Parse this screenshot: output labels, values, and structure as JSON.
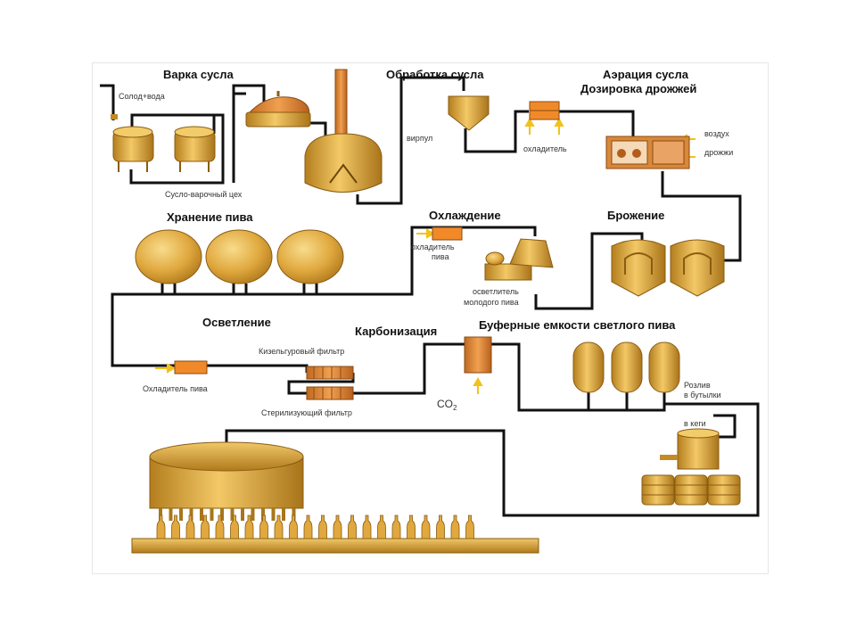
{
  "headings": {
    "wort_brewing": "Варка сусла",
    "wort_treatment": "Обработка сусла",
    "wort_aeration": "Аэрация сусла",
    "yeast_dosing": "Дозировка дрожжей",
    "beer_storage": "Хранение пива",
    "cooling": "Охлаждение",
    "fermentation": "Брожение",
    "clarification": "Осветление",
    "carbonation": "Карбонизация",
    "buffer_tanks": "Буферные емкости светлого пива"
  },
  "labels": {
    "malt_water": "Солод+вода",
    "brewhouse": "Сусло-варочный цех",
    "whirlpool": "вирпул",
    "cooler": "охладитель",
    "air": "воздух",
    "yeast": "дрожжи",
    "beer_cooler_1": "охладитель",
    "beer_cooler_2": "пива",
    "young_beer_clarifier_1": "осветлитель",
    "young_beer_clarifier_2": "молодого пива",
    "kieselguhr_filter": "Кизельгуровый фильтр",
    "beer_cooler_left": "Охладитель пива",
    "sterilizing_filter": "Стерилизующий фильтр",
    "co2": "CO",
    "co2_sub": "2",
    "bottling_1": "Розлив",
    "bottling_2": "в бутылки",
    "kegs": "в кеги"
  },
  "colors": {
    "metal": "#d8a33a",
    "metal_dark": "#a8761c",
    "metal_light": "#f0c868",
    "pipe": "#111111",
    "arrow": "#f2c21b"
  }
}
